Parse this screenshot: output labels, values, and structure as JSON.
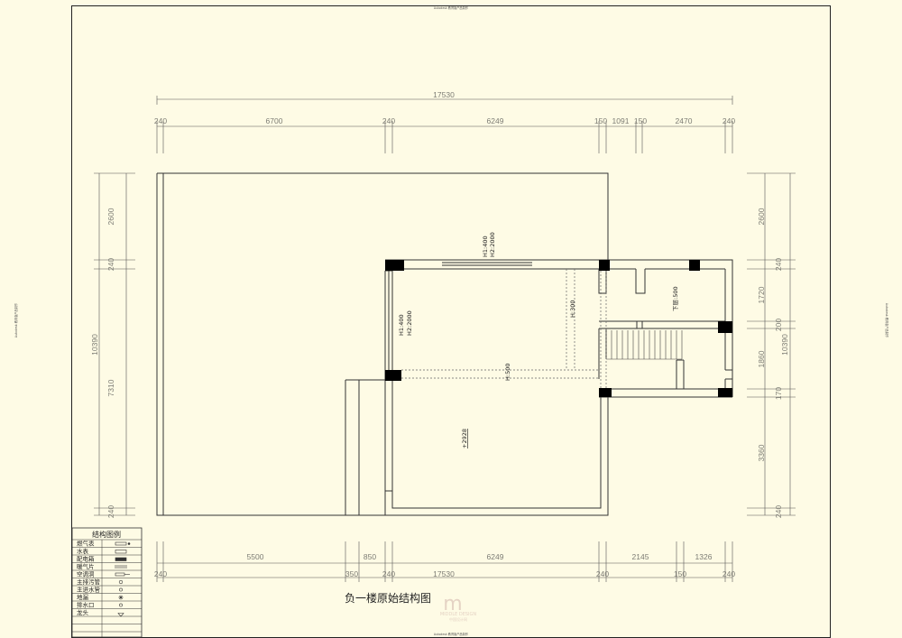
{
  "plan_title": "负一楼原始结构图",
  "dims": {
    "top_total": "17530",
    "top": [
      "240",
      "6700",
      "240",
      "6249",
      "150",
      "1091",
      "150",
      "2470",
      "240"
    ],
    "bottom_upper": [
      "5500",
      "850",
      "6249",
      "2145",
      "1326"
    ],
    "bottom_lower": [
      "240",
      "350",
      "240",
      "17530",
      "240",
      "150",
      "240"
    ],
    "left_total": "10390",
    "left": [
      "2600",
      "240",
      "7310",
      "240"
    ],
    "right_total": "10390",
    "right": [
      "2600",
      "240",
      "1720",
      "200",
      "1860",
      "170",
      "3360",
      "240"
    ]
  },
  "notes": {
    "beam_top": "H1:400 H2:2000",
    "beam_top_l1": "H1:400",
    "beam_top_l2": "H2:2000",
    "beam_left_l1": "H1:400",
    "beam_left_l2": "H2:2000",
    "h300": "H:300",
    "h500": "H:500",
    "down500": "下层:500",
    "elev": "+2928"
  },
  "legend": {
    "title": "结构图例",
    "items": [
      "燃气表",
      "水表",
      "配电箱",
      "暖气片",
      "空调洞",
      "主排污管",
      "主进水管",
      "地漏",
      "排水口",
      "龙头"
    ]
  },
  "margin_text": {
    "top": "Autodesk 教育版产品制作",
    "bottom": "Autodesk 教育版产品制作",
    "left": "Autodesk 教育版产品制作",
    "right": "Autodesk 教育版产品制作"
  },
  "watermark": {
    "logo": "m",
    "sub1": "MIDDLE DESIGN",
    "sub2": "中国设计网"
  }
}
